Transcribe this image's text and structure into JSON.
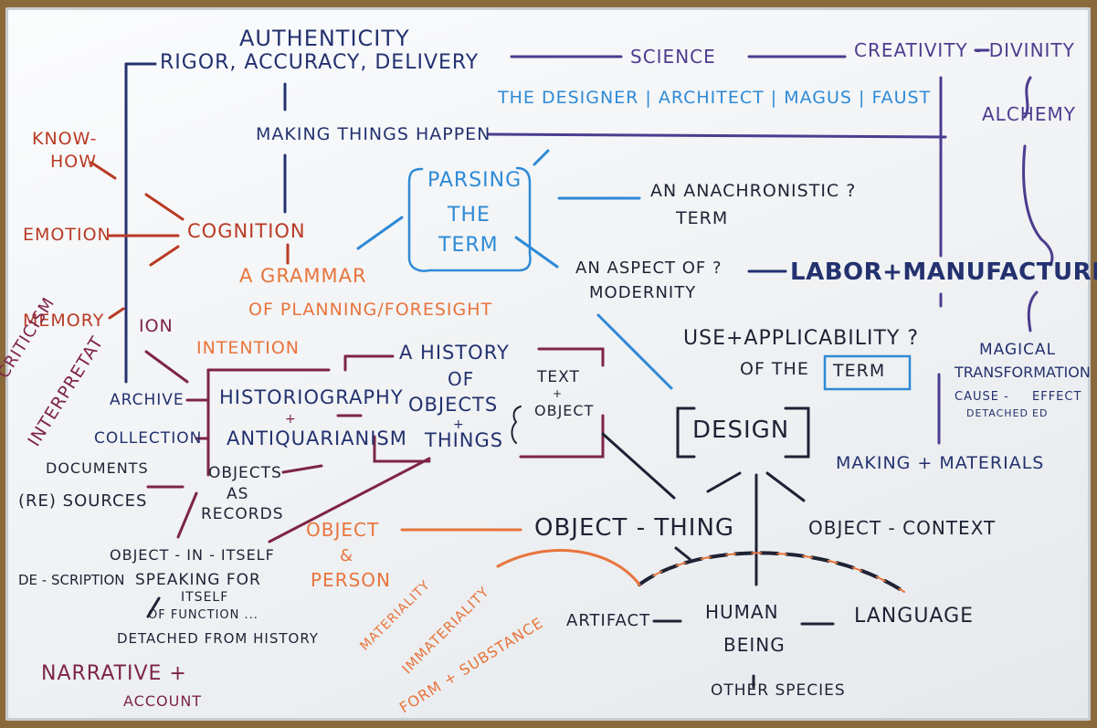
{
  "nodes": {
    "authenticity": "AUTHENTICITY",
    "rigor": "RIGOR, ACCURACY, DELIVERY",
    "science": "SCIENCE",
    "creativity_divinity": "CREATIVITY - DIVINITY",
    "alchemy": "ALCHEMY",
    "designer_roles": "THE DESIGNER | ARCHITECT | MAGUS | FAUST",
    "making_things_happen": "MAKING THINGS HAPPEN",
    "know_how": [
      "KNOW-",
      "HOW"
    ],
    "emotion": "EMOTION",
    "memory": "MEMORY",
    "cognition": "COGNITION",
    "parsing_the_term": [
      "PARSING",
      "THE",
      "TERM"
    ],
    "anachronistic_term": [
      "AN ANACHRONISTIC ?",
      "TERM"
    ],
    "grammar": [
      "A GRAMMAR",
      "OF PLANNING/FORESIGHT"
    ],
    "intention": "INTENTION",
    "aspect_of_modernity": [
      "AN ASPECT OF ?",
      "MODERNITY"
    ],
    "labor_manufacture": "LABOR+MANUFACTURE",
    "criticism_interpretation": [
      "CRITICISM",
      "INTERPRETAT",
      "ION"
    ],
    "use_applicability": [
      "USE+APPLICABILITY ?",
      "OF THE",
      "TERM"
    ],
    "magical_transformation": [
      "MAGICAL",
      "TRANSFORMATION"
    ],
    "cause_effect": [
      "CAUSE -",
      "DETACHED",
      "EFFECT",
      "ED"
    ],
    "history_of_objects": [
      "A HISTORY",
      "OF",
      "OBJECTS",
      "+",
      "THINGS"
    ],
    "text_object": [
      "TEXT",
      "+",
      "OBJECT"
    ],
    "archive": "ARCHIVE",
    "historiography": "HISTORIOGRAPHY",
    "antiquarianism": "ANTIQUARIANISM",
    "collection": "COLLECTION",
    "design": "DESIGN",
    "making_materials": "MAKING + MATERIALS",
    "documents": "DOCUMENTS",
    "resources": "(RE) SOURCES",
    "objects_as_records": [
      "OBJECTS",
      "AS",
      "RECORDS"
    ],
    "object_person": [
      "OBJECT",
      "&",
      "PERSON"
    ],
    "object_thing": "OBJECT - THING",
    "object_context": "OBJECT - CONTEXT",
    "object_in_itself": "OBJECT - IN - ITSELF",
    "de_scription": "DE - SCRIPTION",
    "speaking_for_itself": [
      "SPEAKING FOR",
      "ITSELF",
      "OF FUNCTION ...",
      "DETACHED FROM HISTORY"
    ],
    "materiality": [
      "MATERIALITY",
      "IMMATERIALITY",
      "FORM + SUBSTANCE"
    ],
    "artifact": "ARTIFACT",
    "human_being": [
      "HUMAN",
      "BEING"
    ],
    "language": "LANGUAGE",
    "other_species": "OTHER SPECIES",
    "narrative": "NARRATIVE +",
    "account": "ACCOUNT"
  },
  "colors": {
    "black": "#1d2334",
    "navy": "#23316f",
    "purple": "#4b3d8f",
    "blue": "#2e8ad6",
    "red": "#b93a24",
    "orange": "#e8743c",
    "wine": "#7e2448"
  }
}
